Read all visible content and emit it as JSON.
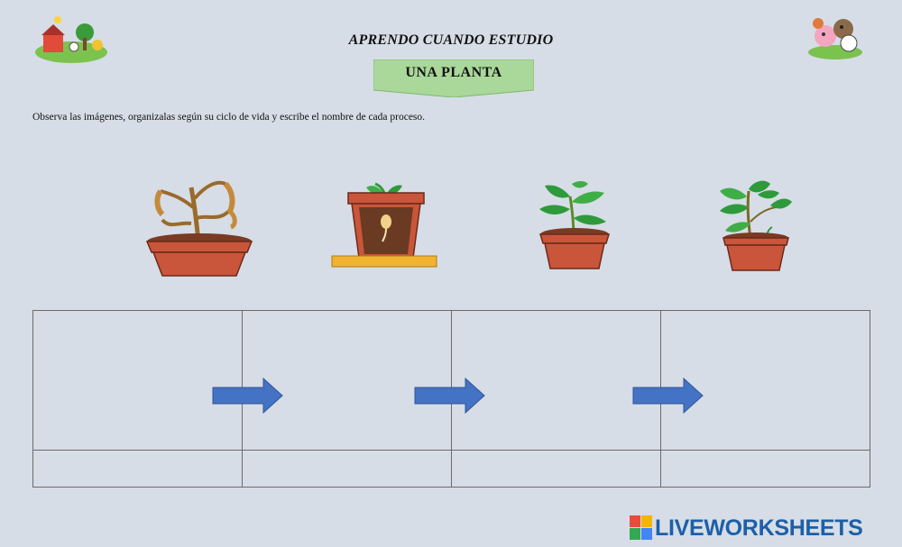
{
  "worksheet": {
    "title": "APRENDO CUANDO ESTUDIO",
    "banner_label": "UNA PLANTA",
    "instruction": "Observa las imágenes, organizalas según su ciclo de vida y escribe el nombre de cada proceso."
  },
  "images": [
    {
      "name": "wilted-plant-pot",
      "icon": "wilted-plant-icon"
    },
    {
      "name": "seed-in-pot",
      "icon": "seed-pot-icon"
    },
    {
      "name": "young-plant-pot",
      "icon": "young-plant-icon"
    },
    {
      "name": "grown-plant-pot",
      "icon": "grown-plant-icon"
    }
  ],
  "answer_grid": {
    "columns": 4,
    "rows": 2,
    "arrow_color": "#4472c4"
  },
  "footer": {
    "brand": "LIVEWORKSHEETS",
    "brand_color": "#1c5fa8"
  },
  "colors": {
    "banner": "#a9d89a",
    "pot": "#c9553a",
    "leaf": "#2e9a3b"
  }
}
